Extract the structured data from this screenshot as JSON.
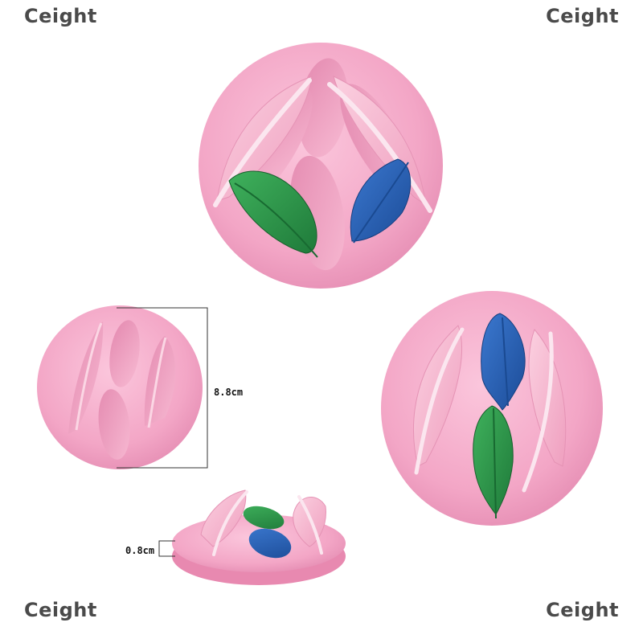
{
  "watermarks": {
    "top_left": "Ceight",
    "top_right": "Ceight",
    "bottom_left": "Ceight",
    "bottom_right": "Ceight"
  },
  "dimensions": {
    "diameter": "8.8cm",
    "height": "0.8cm"
  },
  "colors": {
    "mold_pink": "#f6a9c8",
    "feather_green": "#2f9a4c",
    "feather_blue": "#2a62b8"
  }
}
